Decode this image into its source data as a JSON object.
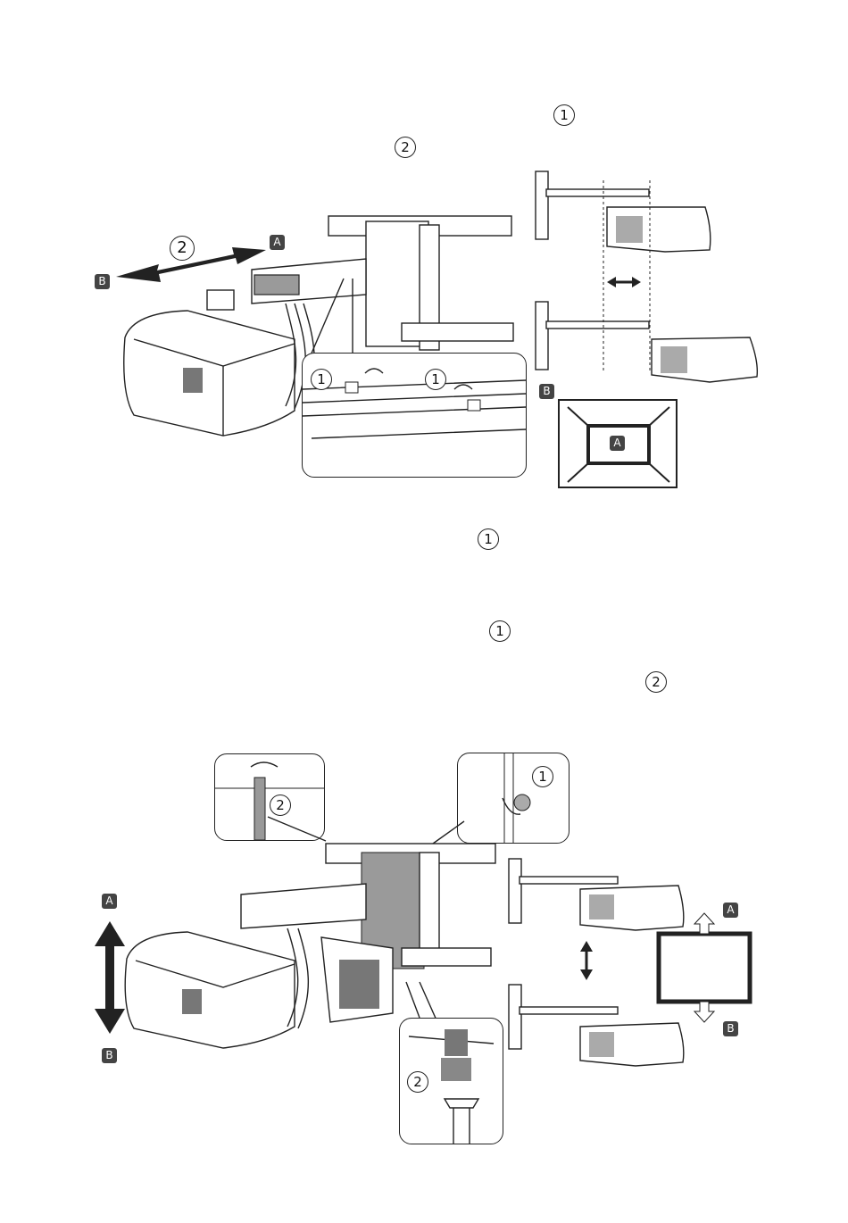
{
  "text_markers": {
    "step1_top": "1",
    "step2_top": "2",
    "step1_mid_a": "1",
    "step1_mid_b": "1",
    "step2_mid": "2"
  },
  "figure1": {
    "move_label": "2",
    "dir_a": "A",
    "dir_b": "B",
    "inset_label_left": "1",
    "inset_label_right": "1",
    "side_label_b": "B",
    "screen_label_a": "A"
  },
  "figure2": {
    "inset_top_left_label": "2",
    "inset_top_right_label": "1",
    "inset_bottom_label": "2",
    "dir_a_left": "A",
    "dir_b_left": "B",
    "dir_a_right": "A",
    "dir_b_right": "B"
  }
}
